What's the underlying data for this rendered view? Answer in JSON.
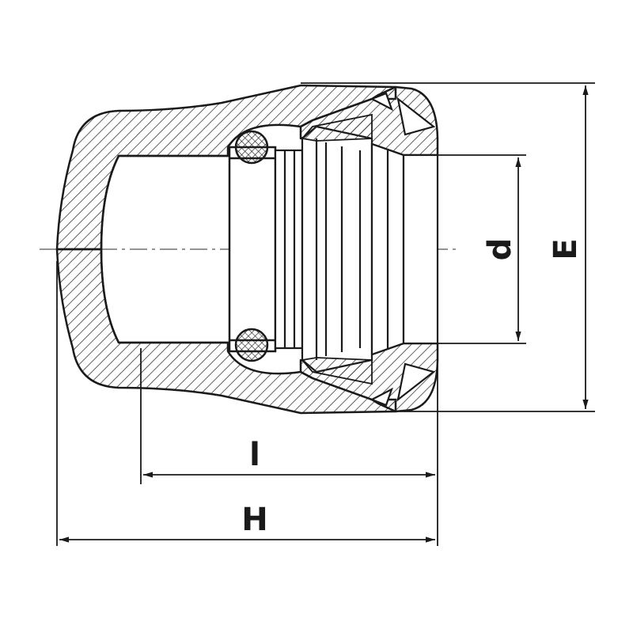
{
  "drawing": {
    "labels": {
      "d": "d",
      "E": "E",
      "l": "l",
      "H": "H"
    },
    "colors": {
      "line": "#1a1a1a",
      "hatch": "#3a3a3a",
      "background": "#ffffff"
    }
  }
}
